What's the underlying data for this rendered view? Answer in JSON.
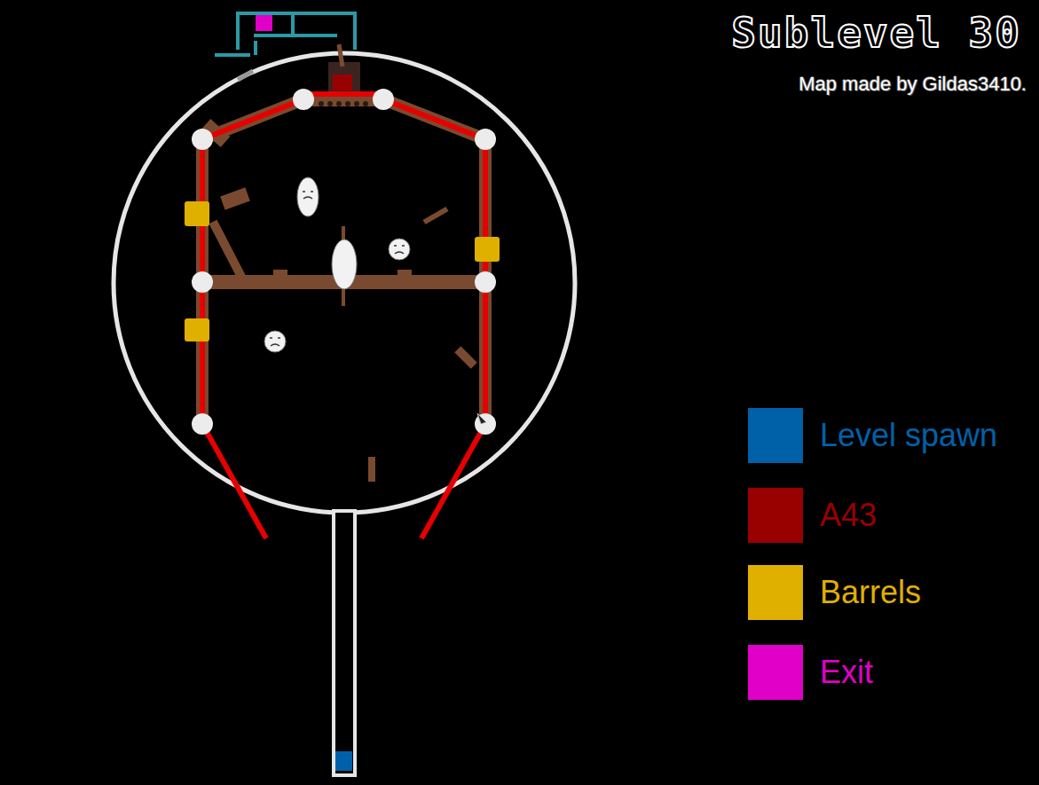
{
  "diagram": {
    "title": "Sublevel 30",
    "labels": [
      "Map made by Gildas3410."
    ],
    "legend": [
      {
        "text": "Level spawn",
        "color": "#0061a8"
      },
      {
        "text": "A43",
        "color": "#990000"
      },
      {
        "text": "Barrels",
        "color": "#e0b000"
      },
      {
        "text": "Exit",
        "color": "#e000c8"
      }
    ]
  }
}
